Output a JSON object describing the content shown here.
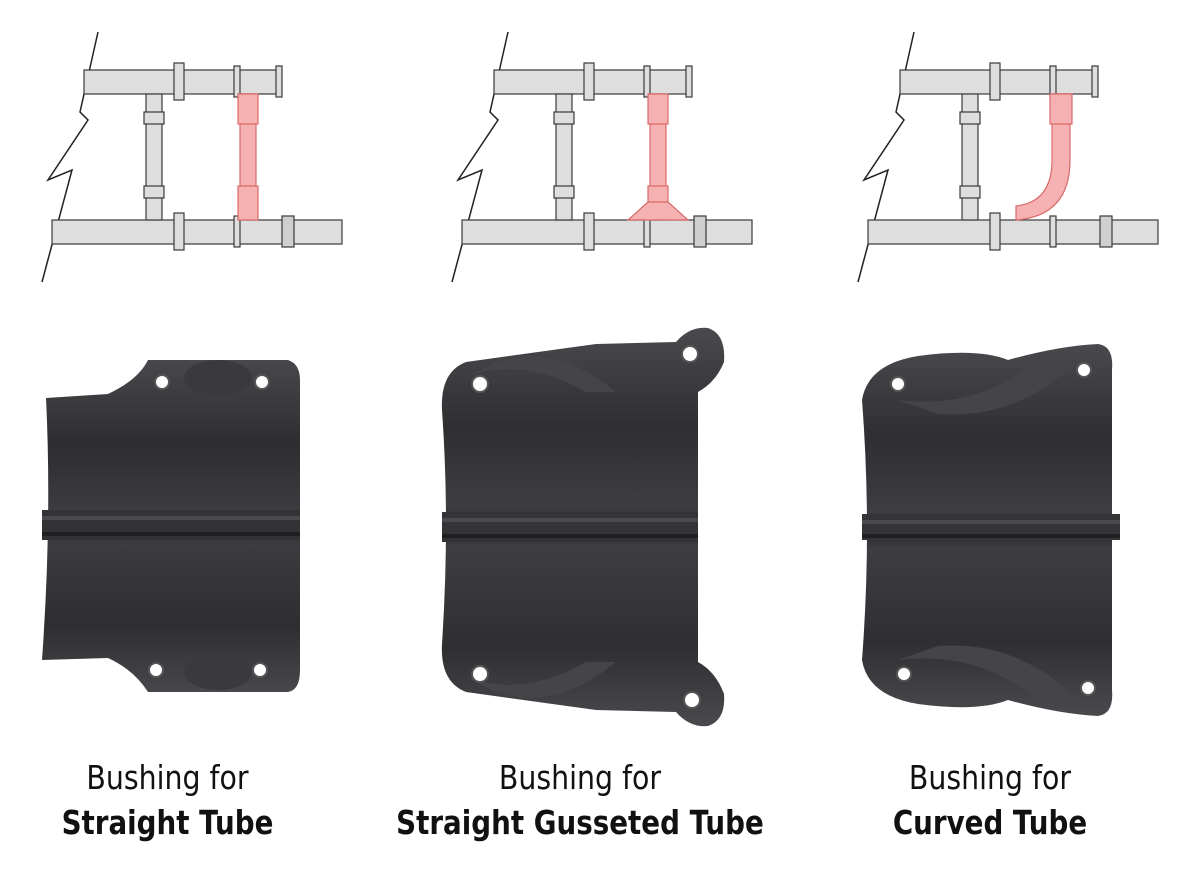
{
  "panels": [
    {
      "id": "straight",
      "caption_line1": "Bushing for",
      "caption_line2": "Straight Tube"
    },
    {
      "id": "gusseted",
      "caption_line1": "Bushing for",
      "caption_line2": "Straight Gusseted Tube"
    },
    {
      "id": "curved",
      "caption_line1": "Bushing for",
      "caption_line2": "Curved Tube"
    }
  ],
  "colors": {
    "tube_fill": "#dedede",
    "tube_stroke": "#3a3a3a",
    "highlight_fill": "#f6b2b2",
    "highlight_stroke": "#d86a6a",
    "part_dark": "#2b2b2d",
    "part_mid": "#3d3d40",
    "part_light": "#55555a"
  }
}
